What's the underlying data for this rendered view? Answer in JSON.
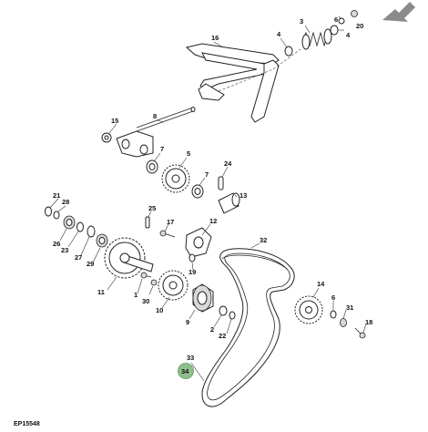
{
  "diagram": {
    "code": "EP15548",
    "callouts": [
      {
        "id": "c3",
        "text": "3"
      },
      {
        "id": "c6t",
        "text": "6"
      },
      {
        "id": "c20",
        "text": "20"
      },
      {
        "id": "c4a",
        "text": "4"
      },
      {
        "id": "c4b",
        "text": "4"
      },
      {
        "id": "c16",
        "text": "16"
      },
      {
        "id": "c8",
        "text": "8"
      },
      {
        "id": "c15",
        "text": "15"
      },
      {
        "id": "c7a",
        "text": "7"
      },
      {
        "id": "c5",
        "text": "5"
      },
      {
        "id": "c7b",
        "text": "7"
      },
      {
        "id": "c24",
        "text": "24"
      },
      {
        "id": "c13",
        "text": "13"
      },
      {
        "id": "c21",
        "text": "21"
      },
      {
        "id": "c28",
        "text": "28"
      },
      {
        "id": "c25",
        "text": "25"
      },
      {
        "id": "c17",
        "text": "17"
      },
      {
        "id": "c12",
        "text": "12"
      },
      {
        "id": "c32",
        "text": "32"
      },
      {
        "id": "c26",
        "text": "26"
      },
      {
        "id": "c23",
        "text": "23"
      },
      {
        "id": "c27",
        "text": "27"
      },
      {
        "id": "c29",
        "text": "29"
      },
      {
        "id": "c19",
        "text": "19"
      },
      {
        "id": "c11",
        "text": "11"
      },
      {
        "id": "c1",
        "text": "1"
      },
      {
        "id": "c30",
        "text": "30"
      },
      {
        "id": "c10",
        "text": "10"
      },
      {
        "id": "c9",
        "text": "9"
      },
      {
        "id": "c2",
        "text": "2"
      },
      {
        "id": "c22",
        "text": "22"
      },
      {
        "id": "c14",
        "text": "14"
      },
      {
        "id": "c6b",
        "text": "6"
      },
      {
        "id": "c31",
        "text": "31"
      },
      {
        "id": "c18",
        "text": "18"
      },
      {
        "id": "c33",
        "text": "33"
      },
      {
        "id": "c34",
        "text": "34"
      }
    ],
    "highlight_color": "#8fbf8a",
    "arrow_color": "#8a8a8a"
  }
}
